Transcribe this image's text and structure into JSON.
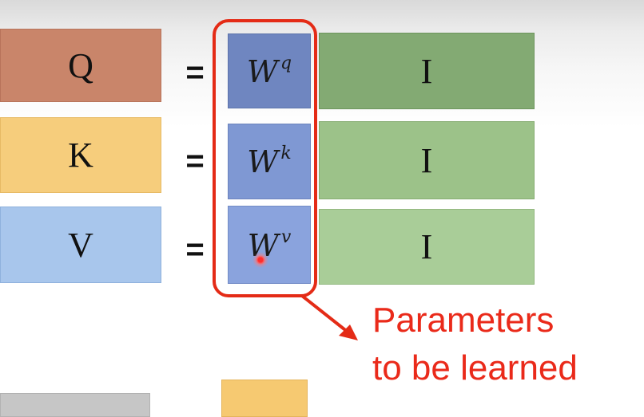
{
  "rows": [
    {
      "label": "Q",
      "weight_base": "W",
      "weight_sup": "q",
      "input": "I"
    },
    {
      "label": "K",
      "weight_base": "W",
      "weight_sup": "k",
      "input": "I"
    },
    {
      "label": "V",
      "weight_base": "W",
      "weight_sup": "v",
      "input": "I"
    }
  ],
  "equals": "=",
  "callout": {
    "line1": "Parameters",
    "line2": "to be learned"
  },
  "colors": {
    "query": "#c9856a",
    "key": "#f6cd7c",
    "value": "#a8c6ec",
    "weight": "#7f98d3",
    "input": "#9cc289",
    "highlight": "#e42b16"
  }
}
